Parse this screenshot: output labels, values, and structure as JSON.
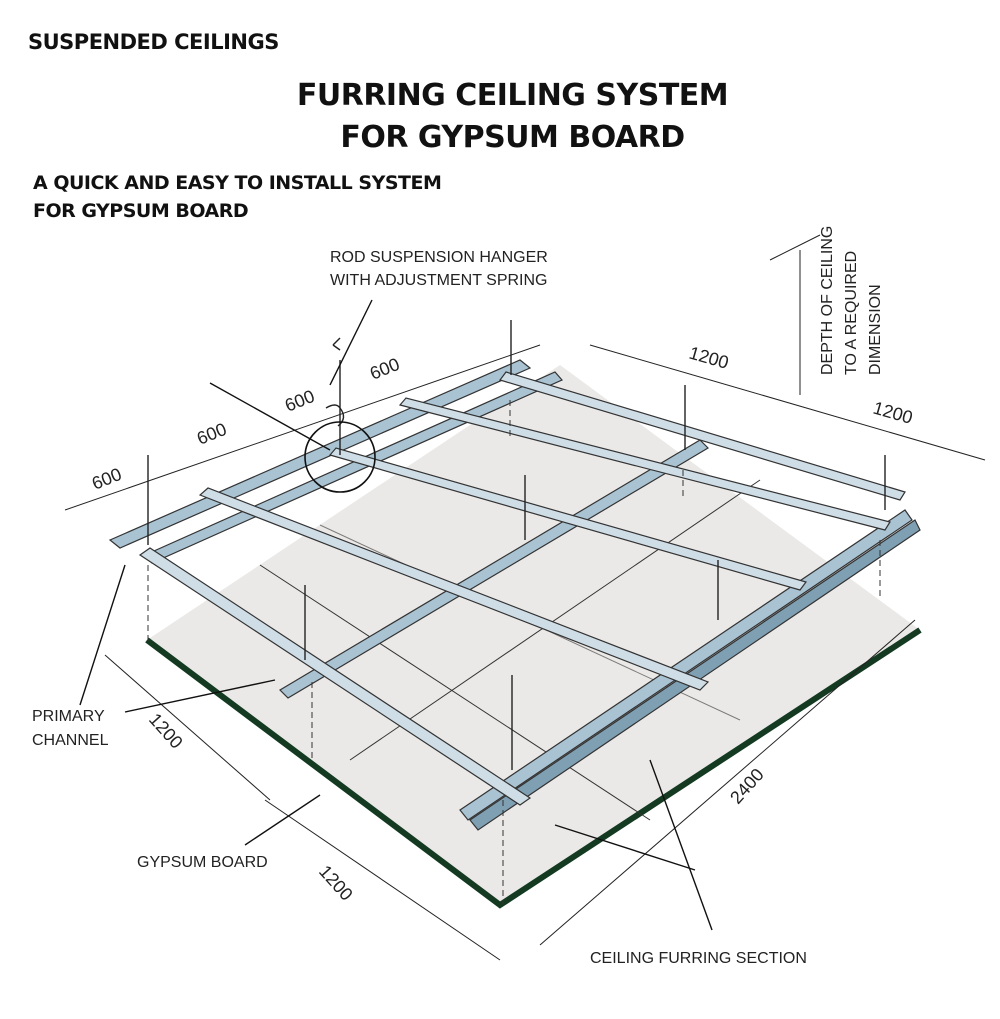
{
  "header": {
    "section": "SUSPENDED CEILINGS",
    "title_line1": "FURRING CEILING SYSTEM",
    "title_line2": "FOR GYPSUM BOARD",
    "subtitle_line1": "A QUICK AND EASY TO INSTALL SYSTEM",
    "subtitle_line2": "FOR GYPSUM BOARD"
  },
  "labels": {
    "hanger_line1": "ROD SUSPENSION HANGER",
    "hanger_line2": "WITH ADJUSTMENT SPRING",
    "depth_line1": "DEPTH OF CEILING",
    "depth_line2": "TO A REQUIRED",
    "depth_line3": "DIMENSION",
    "primary_line1": "PRIMARY",
    "primary_line2": "CHANNEL",
    "gypsum": "GYPSUM BOARD",
    "furring": "CEILING FURRING SECTION"
  },
  "dimensions": {
    "top_600_a": "600",
    "top_600_b": "600",
    "top_600_c": "600",
    "top_600_d": "600",
    "right_1200_a": "1200",
    "right_1200_b": "1200",
    "left_1200": "1200",
    "bottom_1200": "1200",
    "right_2400": "2400"
  },
  "colors": {
    "channel": "#a9c3d3",
    "channel_dark": "#7f9fb3",
    "board": "#ebe9e7",
    "board_edge": "#143a22"
  }
}
